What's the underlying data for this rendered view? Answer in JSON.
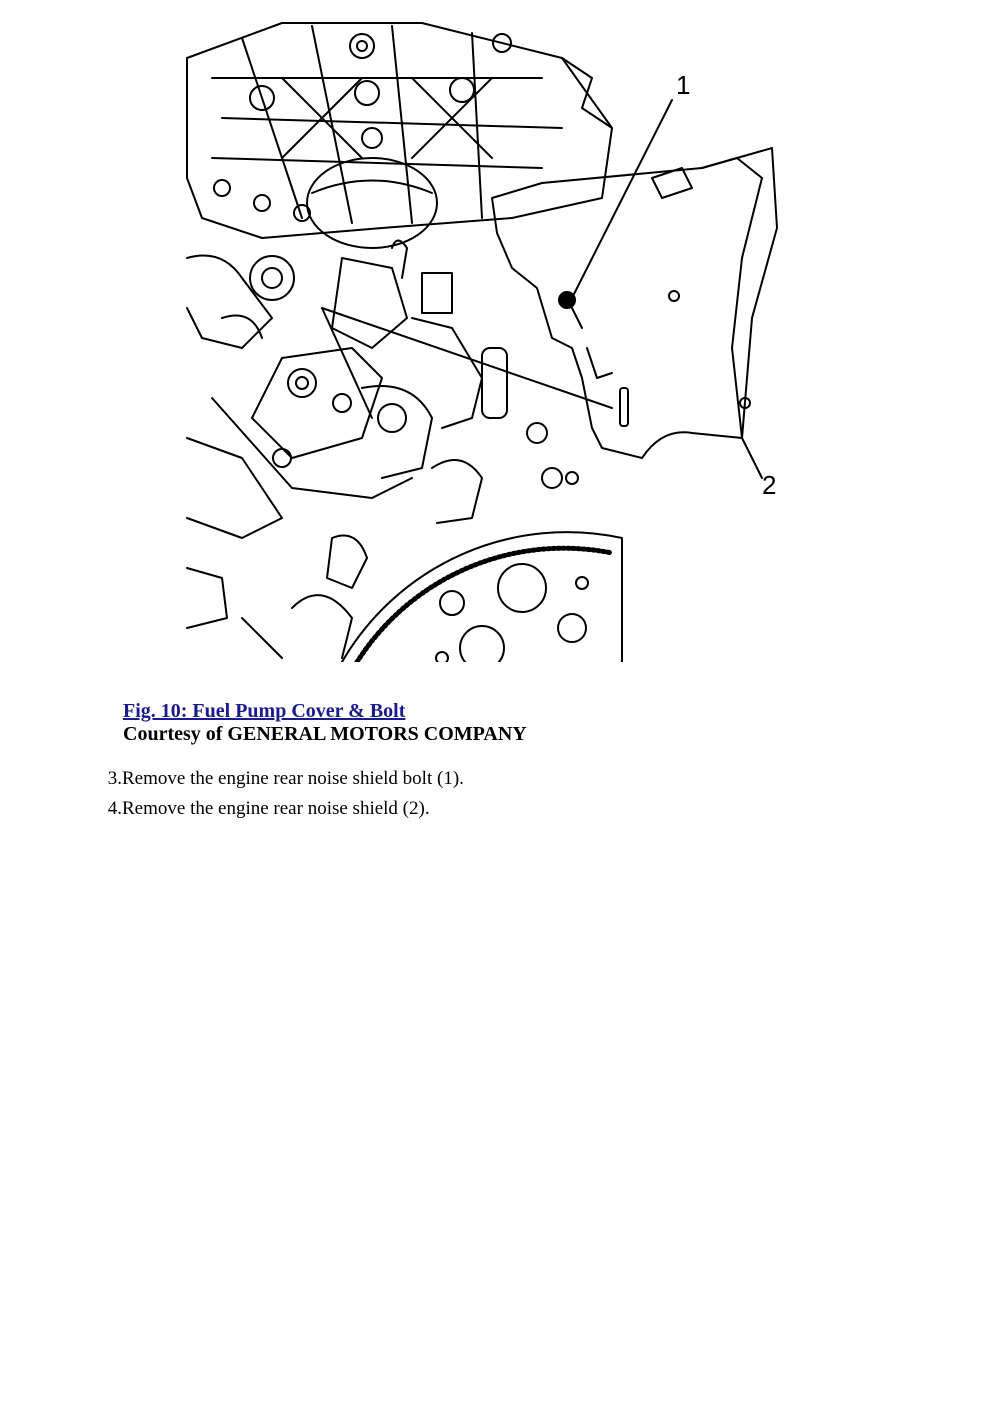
{
  "figure": {
    "callouts": [
      "1",
      "2"
    ]
  },
  "caption": {
    "link_text": "Fig. 10: Fuel Pump Cover & Bolt",
    "credit": "Courtesy of GENERAL MOTORS COMPANY",
    "link_color": "#1a1a8c"
  },
  "steps": [
    {
      "number": "3.",
      "text": "Remove the engine rear noise shield bolt (1)."
    },
    {
      "number": "4.",
      "text": "Remove the engine rear noise shield (2)."
    }
  ]
}
